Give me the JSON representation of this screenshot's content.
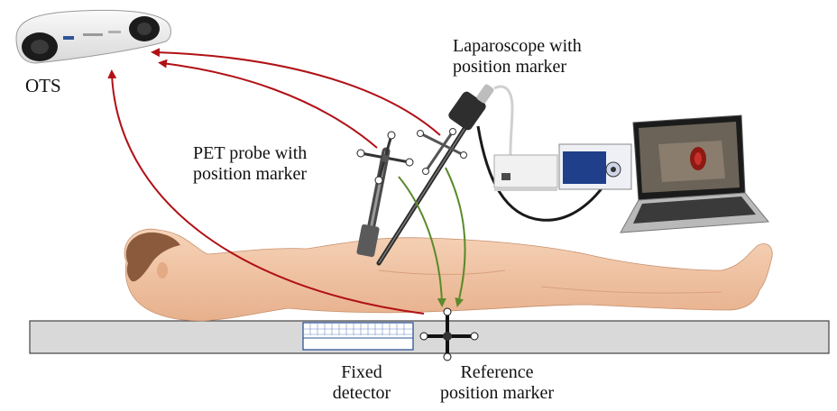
{
  "labels": {
    "ots": "OTS",
    "laparoscope": [
      "Laparoscope with",
      "position marker"
    ],
    "pet_probe": [
      "PET probe with",
      "position marker"
    ],
    "fixed_detector": [
      "Fixed",
      "detector"
    ],
    "reference_marker": [
      "Reference",
      "position marker"
    ]
  },
  "colors": {
    "tracking_arrow": "#b11116",
    "registration_arrow": "#5a8a2a",
    "body": "#f3c9aa",
    "table": "#d9d9d9"
  },
  "icons": {
    "tracking_camera": "ots-camera-icon",
    "laparoscope": "laparoscope-icon",
    "pet_probe": "pet-probe-icon",
    "laptop": "laptop-icon",
    "control_unit": "control-unit-icon"
  }
}
